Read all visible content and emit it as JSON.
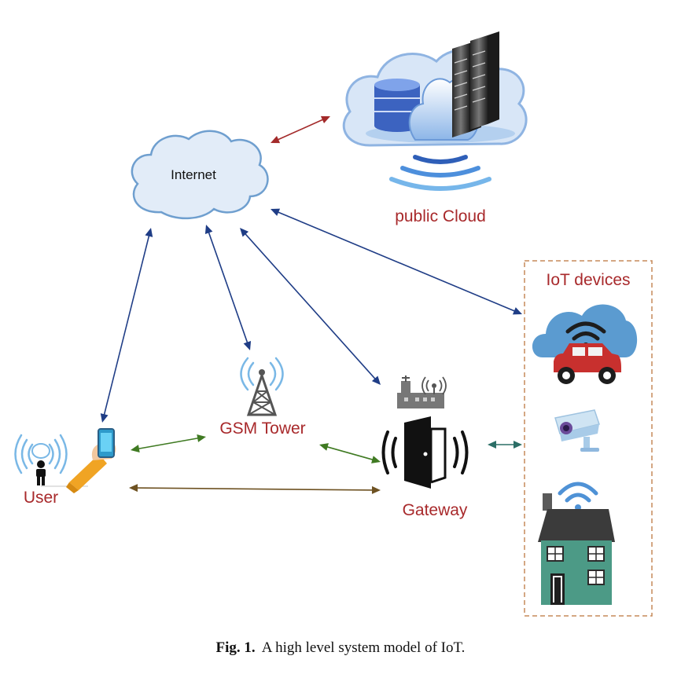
{
  "labels": {
    "internet": "Internet",
    "public_cloud": "public Cloud",
    "iot_devices": "IoT devices",
    "gsm_tower": "GSM Tower",
    "user": "User",
    "gateway": "Gateway"
  },
  "caption": {
    "label": "Fig. 1.",
    "text": "A high level system model of IoT."
  },
  "colors": {
    "label_red": "#a8292b",
    "arrow_blue": "#1f3d86",
    "arrow_red": "#a32a2a",
    "arrow_green": "#3f7a22",
    "arrow_brown": "#6e5222",
    "arrow_teal": "#2b6e66",
    "dashed_box": "#c58a5a"
  },
  "links": [
    {
      "from": "internet",
      "to": "public-cloud",
      "color": "arrow_red"
    },
    {
      "from": "internet",
      "to": "user",
      "color": "arrow_blue"
    },
    {
      "from": "internet",
      "to": "gsm-tower",
      "color": "arrow_blue"
    },
    {
      "from": "internet",
      "to": "gateway",
      "color": "arrow_blue"
    },
    {
      "from": "internet",
      "to": "iot-devices",
      "color": "arrow_blue"
    },
    {
      "from": "user",
      "to": "gsm-tower",
      "color": "arrow_green"
    },
    {
      "from": "gsm-tower",
      "to": "gateway",
      "color": "arrow_green"
    },
    {
      "from": "user",
      "to": "gateway",
      "color": "arrow_brown"
    },
    {
      "from": "gateway",
      "to": "iot-devices",
      "color": "arrow_teal"
    }
  ]
}
